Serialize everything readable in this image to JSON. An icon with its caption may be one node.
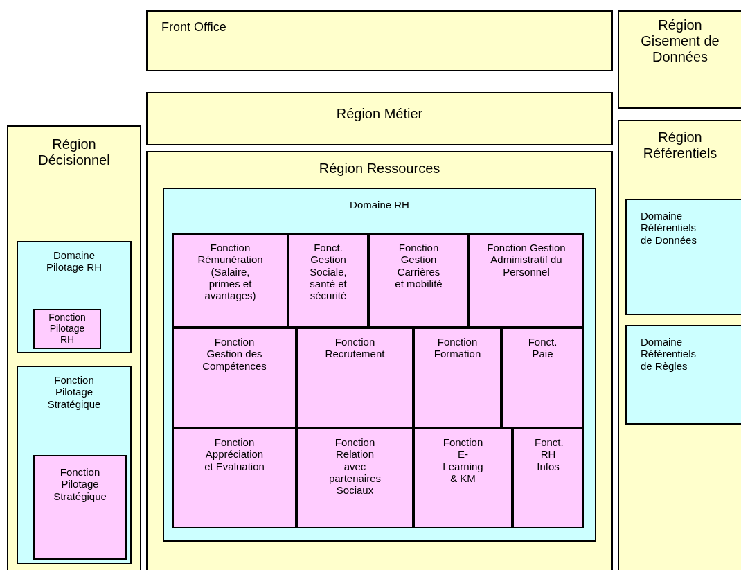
{
  "diagram": {
    "nodes": [
      {
        "text": [
          "Front Office"
        ]
      },
      {
        "text": [
          "Région Gisement de Données"
        ]
      },
      {
        "text": [
          "Région Métier"
        ]
      },
      {
        "text": [
          "Région Décisionnel"
        ]
      },
      {
        "text": [
          "Domaine Pilotage RH"
        ],
        "in": 3
      },
      {
        "text": [
          "Fonction Pilotage RH"
        ],
        "in": 4
      },
      {
        "text": [
          "Fonction Pilotage Stratégique"
        ],
        "in": 3
      },
      {
        "text": [
          "Fonction Pilotage Stratégique"
        ],
        "in": 6
      },
      {
        "text": [
          "Région Ressources"
        ]
      },
      {
        "text": [
          "Domaine RH"
        ],
        "in": 8
      },
      {
        "text": [
          "Fonction Rémunération (Salaire, primes et avantages)"
        ],
        "in": 9
      },
      {
        "text": [
          "Fonct. Gestion Sociale, santé et sécurité"
        ],
        "in": 9
      },
      {
        "text": [
          "Fonction Gestion Carrières et mobilité"
        ],
        "in": 9
      },
      {
        "text": [
          "Fonction Gestion Administratif du Personnel"
        ],
        "in": 9
      },
      {
        "text": [
          "Fonction Gestion des Compétences"
        ],
        "in": 9
      },
      {
        "text": [
          "Fonction Recrutement"
        ],
        "in": 9
      },
      {
        "text": [
          "Fonction Formation"
        ],
        "in": 9
      },
      {
        "text": [
          "Fonct. Paie"
        ],
        "in": 9
      },
      {
        "text": [
          "Fonction Appréciation et Evaluation"
        ],
        "in": 9
      },
      {
        "text": [
          "Fonction Relation avec partenaires Sociaux"
        ],
        "in": 9
      },
      {
        "text": [
          "Fonction E-Learning & KM"
        ],
        "in": 9
      },
      {
        "text": [
          "Fonct. RH Infos"
        ],
        "in": 9
      },
      {
        "text": [
          "Région Référentiels"
        ]
      },
      {
        "text": [
          "Domaine Référentiels de Données"
        ],
        "in": 22
      },
      {
        "text": [
          "Domaine Référentiels de Règles"
        ],
        "in": 22
      }
    ]
  }
}
